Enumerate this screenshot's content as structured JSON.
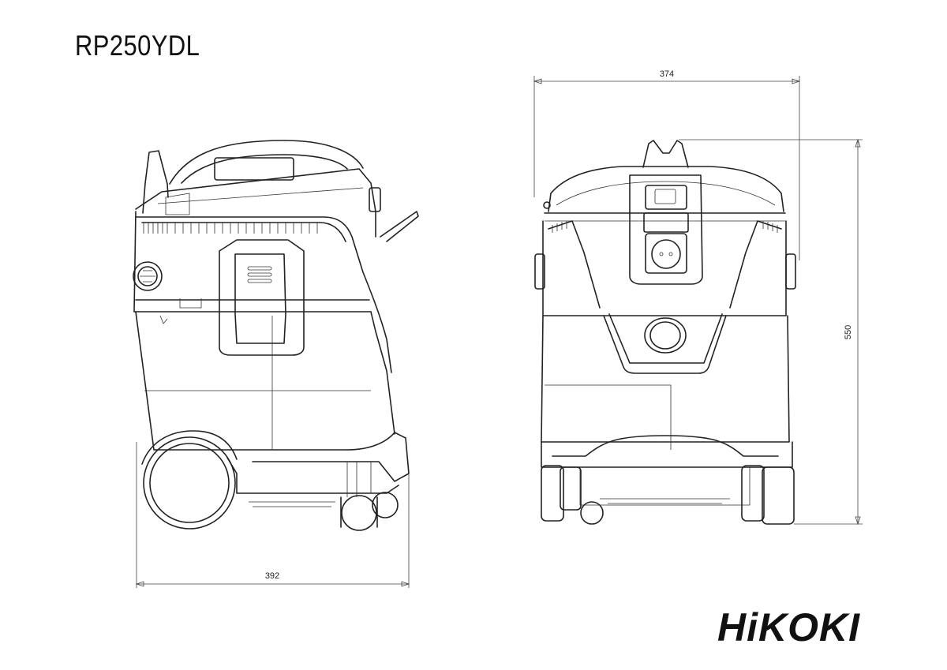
{
  "title": "RP250YDL",
  "dimensions": {
    "side_width": "392",
    "front_width": "374",
    "height": "550"
  },
  "brand": "HiKOKI"
}
